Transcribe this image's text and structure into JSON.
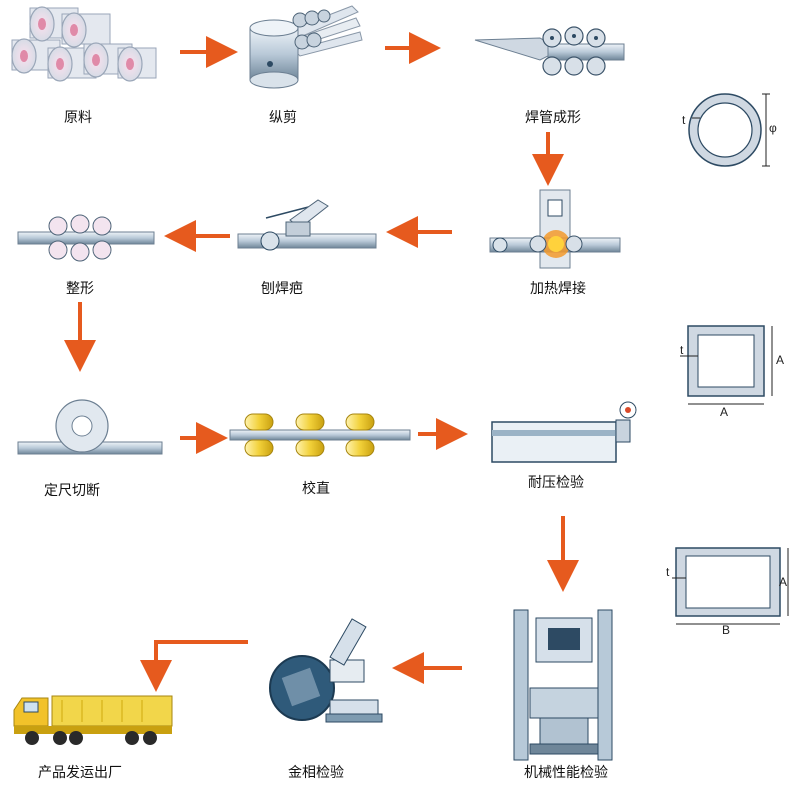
{
  "steps": [
    {
      "id": "raw",
      "label": "原料"
    },
    {
      "id": "slit",
      "label": "纵剪"
    },
    {
      "id": "form",
      "label": "焊管成形"
    },
    {
      "id": "weld",
      "label": "加热焊接"
    },
    {
      "id": "deburr",
      "label": "刨焊疤"
    },
    {
      "id": "size",
      "label": "整形"
    },
    {
      "id": "cut",
      "label": "定尺切断"
    },
    {
      "id": "straighten",
      "label": "校直"
    },
    {
      "id": "pressure",
      "label": "耐压检验"
    },
    {
      "id": "mechanical",
      "label": "机械性能检验"
    },
    {
      "id": "metallographic",
      "label": "金相检验"
    },
    {
      "id": "ship",
      "label": "产品发运出厂"
    }
  ],
  "sections": {
    "round": {
      "t": "t",
      "d": "φ"
    },
    "square": {
      "t": "t",
      "a1": "A",
      "a2": "A"
    },
    "rect": {
      "t": "t",
      "a": "A",
      "b": "B"
    }
  },
  "colors": {
    "arrow": "#e65a1e",
    "pipe": "#b8c8d8",
    "roller": "#f2d64a",
    "steel": "#7e9bb0",
    "dark": "#2d4a63"
  }
}
